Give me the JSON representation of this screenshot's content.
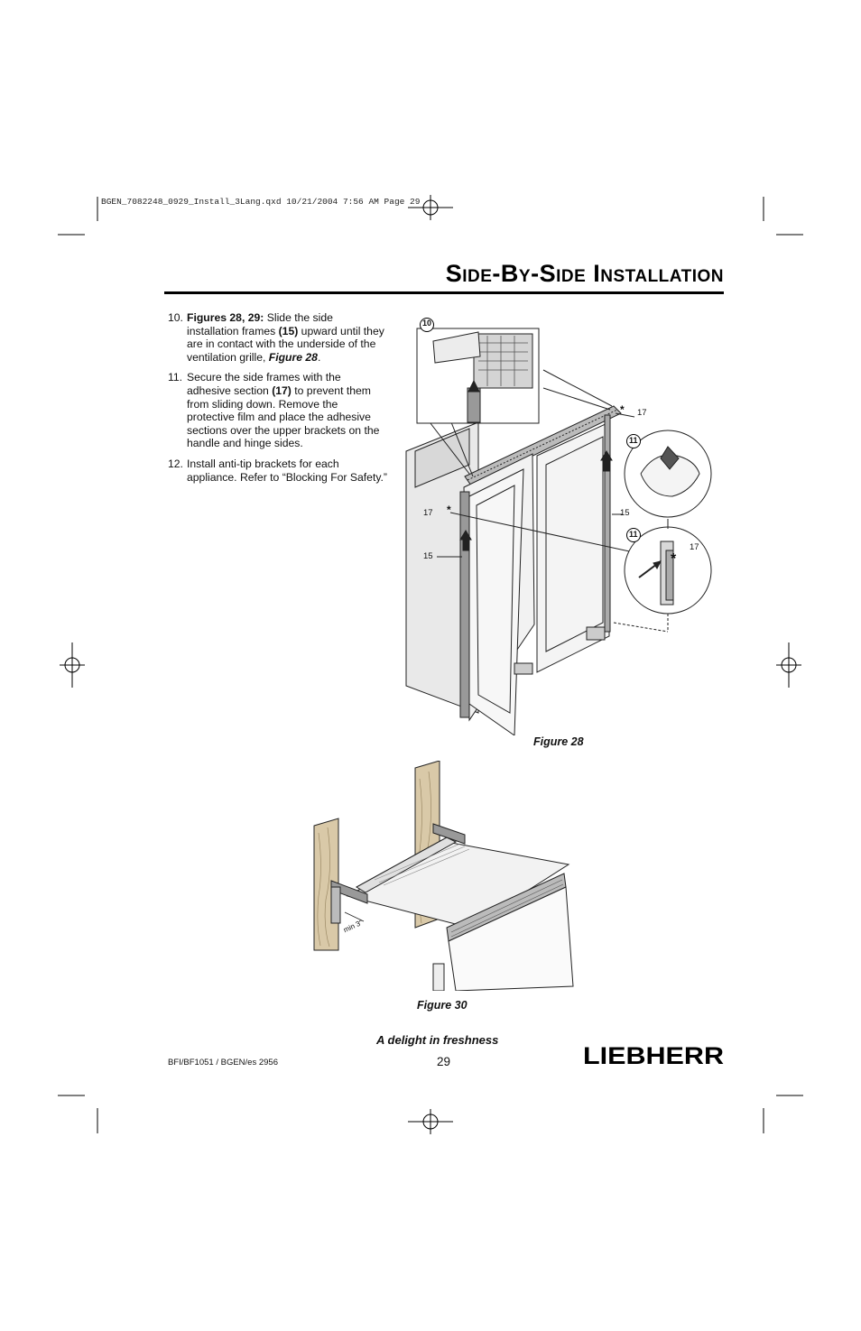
{
  "slug": "BGEN_7082248_0929_Install_3Lang.qxd  10/21/2004  7:56 AM  Page 29",
  "title": "Side-By-Side Installation",
  "steps": [
    {
      "num": "10.",
      "bold1": "Figures 28, 29:",
      "t1": " Slide the side installation frames ",
      "bold2": "(15)",
      "t2": " upward until they are in contact with the underside of the ventilation grille, ",
      "bold3": "Figure 28",
      "t3": "."
    },
    {
      "num": "11.",
      "t1": "Secure the side frames with the adhesive section ",
      "bold2": "(17)",
      "t2": " to prevent them from sliding down. Remove the protective film and place the adhesive sections over the upper brackets on the handle and hinge sides."
    },
    {
      "num": "12.",
      "t1": "Install anti-tip brackets for each appliance. Refer to “Blocking For Safety.”"
    }
  ],
  "figure28": {
    "caption": "Figure 28",
    "callouts": {
      "detail_top": "10",
      "detail_a": "11",
      "detail_b": "11",
      "label_17_top": "17",
      "label_17_left": "17",
      "label_17_detail": "17",
      "label_15_left": "15",
      "label_15_right": "15",
      "star": "*"
    }
  },
  "figure30": {
    "caption": "Figure 30",
    "min_label": "min 3\""
  },
  "footer": {
    "tagline": "A delight in freshness",
    "page_number": "29",
    "doc_code": "BFI/BF1051 / BGEN/es 2956",
    "brand": "LIEBHERR"
  }
}
